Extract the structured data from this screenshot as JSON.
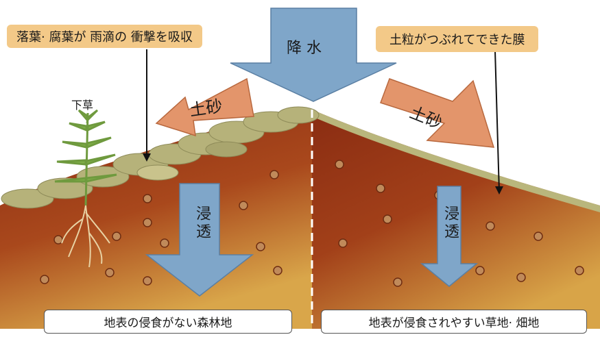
{
  "labels": {
    "precipitation": "降 水",
    "litter_absorbs": "落葉· 腐葉が 雨滴の 衝撃を吸収",
    "crust_film": "土粒がつぶれてできた膜",
    "undergrowth": "下草",
    "sediment_left": "土砂",
    "sediment_right": "土砂",
    "infiltration_left": "浸透",
    "infiltration_right": "浸透",
    "caption_forest": "地表の侵食がない森林地",
    "caption_field": "地表が侵食されやすい草地· 畑地"
  },
  "colors": {
    "arrow_blue": "#7fa6c9",
    "arrow_orange": "#e3956b",
    "callout_bg": "#f3c988",
    "soil_dark": "#8e2f14",
    "soil_light": "#d9a64a",
    "litter": "#b6b27a",
    "crust_film": "#b9b67c",
    "plant_green": "#6f9a3e"
  },
  "icons": [
    "plant-icon",
    "root-icon"
  ]
}
